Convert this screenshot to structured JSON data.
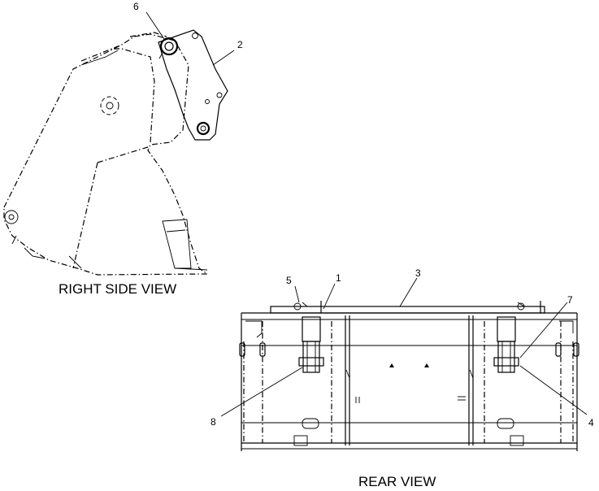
{
  "views": {
    "right_side": "RIGHT SIDE VIEW",
    "rear": "REAR VIEW"
  },
  "callouts": {
    "c1": "1",
    "c2": "2",
    "c3": "3",
    "c4": "4",
    "c5": "5",
    "c6": "6",
    "c7": "7",
    "c8": "8"
  }
}
